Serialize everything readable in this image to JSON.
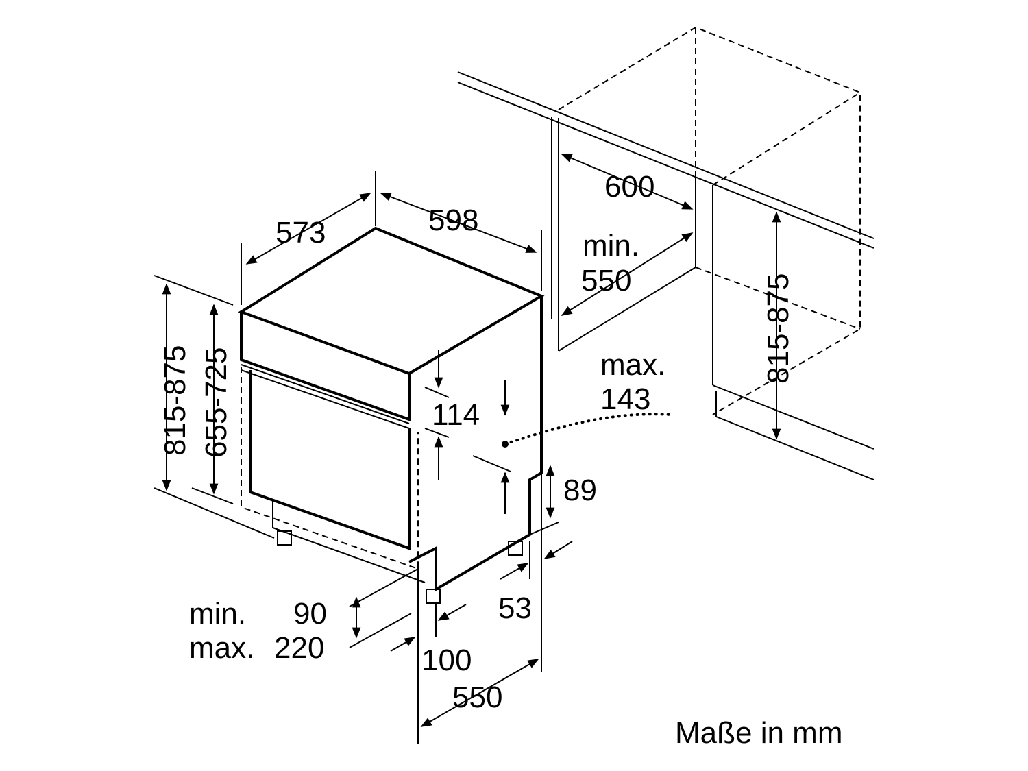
{
  "diagram": {
    "title": "Dishwasher built-in dimensions",
    "units_note": "Maße in mm",
    "dimensions": {
      "depth_top": "573",
      "width": "598",
      "niche_width": "600",
      "niche_depth_min_label": "min.",
      "niche_depth_min": "550",
      "height_range": "815-875",
      "door_height_range": "655-725",
      "niche_height_range": "815-875",
      "panel_offset": "114",
      "hose_length_label": "max.",
      "hose_length": "143",
      "plinth_recess": "89",
      "side_gap": "53",
      "plinth_min_label": "min.",
      "plinth_min": "90",
      "plinth_max_label": "max.",
      "plinth_max": "220",
      "foot_offset": "100",
      "depth_bottom": "550"
    }
  }
}
